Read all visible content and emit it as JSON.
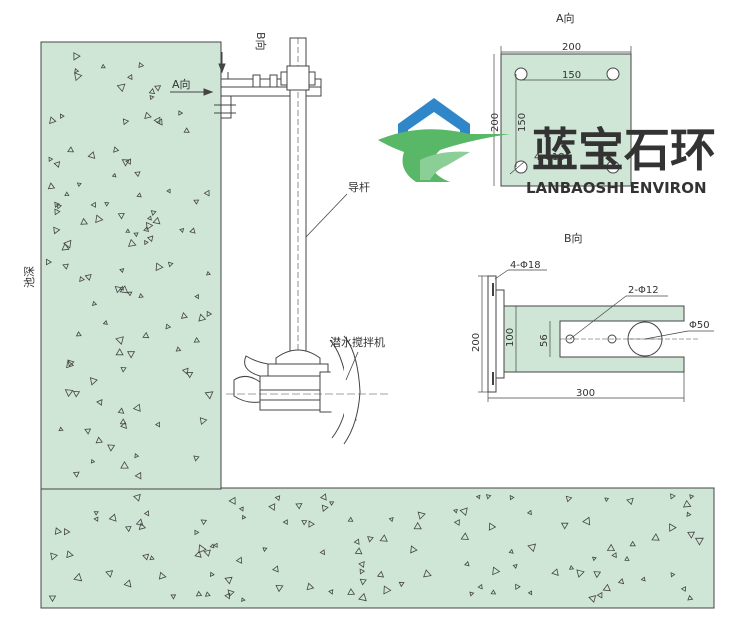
{
  "labels": {
    "direction_a_side": "A向",
    "direction_b_side": "B向",
    "guide_rod": "导杆",
    "mixer": "潜水搅拌机",
    "pool_depth": "池深",
    "view_a_title": "A向",
    "view_b_title": "B向"
  },
  "view_a": {
    "dim_outer": "200",
    "dim_inner": "150",
    "dim_side_outer": "200",
    "dim_side_inner": "150",
    "holes": "4-Φ18"
  },
  "view_b": {
    "holes_plate": "4-Φ18",
    "holes_slot": "2-Φ12",
    "pipe_dia": "Φ50",
    "dim_height": "200",
    "dim_inner_height": "100",
    "dim_slot": "56",
    "dim_length": "300"
  },
  "watermark": {
    "cn": "蓝宝石环",
    "en": "LANBAOSHI ENVIRON"
  },
  "colors": {
    "concrete": "#cfe6d6",
    "line": "#444444",
    "logo_blue": "#2f86c9",
    "logo_green": "#58b868",
    "text": "#333333"
  }
}
